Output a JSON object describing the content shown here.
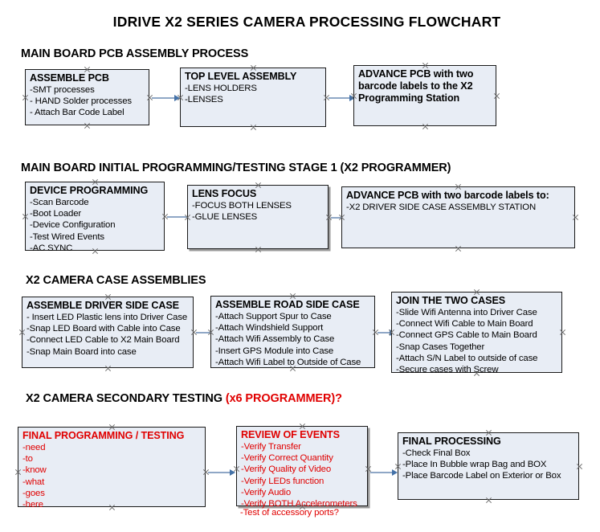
{
  "document": {
    "title": "IDRIVE X2  SERIES CAMERA PROCESSING FLOWCHART"
  },
  "colors": {
    "box_fill": "#E8EDF5",
    "box_border": "#1A1A1A",
    "arrow_line": "#8FA7C6",
    "arrow_head": "#4472A8",
    "accent_red": "#E00000",
    "text": "#000000",
    "shadow": "#9A9A9A"
  },
  "sections": [
    {
      "id": "main-board-pcb-assembly",
      "header": "MAIN BOARD PCB ASSEMBLY PROCESS",
      "header_accent": "",
      "nodes": [
        {
          "id": "assemble-pcb",
          "title": "ASSEMBLE PCB",
          "lines": [
            "-SMT processes",
            "- HAND Solder processes",
            "- Attach Bar Code Label"
          ]
        },
        {
          "id": "top-level-assembly",
          "title": "TOP LEVEL ASSEMBLY",
          "lines": [
            "-LENS HOLDERS",
            "-LENSES"
          ]
        },
        {
          "id": "advance-pcb-to-x2-programming-station",
          "title": "ADVANCE PCB with two barcode labels to the  X2 Programming Station",
          "lines": []
        }
      ]
    },
    {
      "id": "main-board-initial-programming",
      "header": "MAIN BOARD INITIAL PROGRAMMING/TESTING STAGE 1 (X2 PROGRAMMER)",
      "header_accent": "",
      "nodes": [
        {
          "id": "device-programming",
          "title": "DEVICE PROGRAMMING",
          "lines": [
            "-Scan Barcode",
            "-Boot Loader",
            "-Device Configuration",
            "-Test Wired Events",
            "-AC SYNC"
          ]
        },
        {
          "id": "lens-focus",
          "title": "LENS FOCUS",
          "lines": [
            "-FOCUS BOTH LENSES",
            "-GLUE LENSES"
          ]
        },
        {
          "id": "advance-pcb-to-driver-side-case-station",
          "title": "ADVANCE PCB with two barcode labels to:",
          "lines": [
            "-X2 DRIVER  SIDE  CASE  ASSEMBLY STATION"
          ]
        }
      ]
    },
    {
      "id": "x2-camera-case-assemblies",
      "header": "X2 CAMERA CASE ASSEMBLIES",
      "header_accent": "",
      "nodes": [
        {
          "id": "assemble-driver-side-case",
          "title": "ASSEMBLE DRIVER SIDE CASE",
          "lines": [
            "- Insert LED Plastic lens into Driver Case",
            "-Snap LED Board with Cable into Case",
            "-Connect LED Cable to X2 Main Board",
            "-Snap Main Board into case"
          ]
        },
        {
          "id": "assemble-road-side-case",
          "title": "ASSEMBLE ROAD SIDE CASE",
          "lines": [
            "-Attach Support Spur to Case",
            "-Attach Windshield Support",
            "-Attach Wifi Assembly to Case",
            "-Insert GPS Module into Case",
            "-Attach Wifi Label to Outside of Case"
          ]
        },
        {
          "id": "join-the-two-cases",
          "title": "JOIN THE TWO CASES",
          "lines": [
            "-Slide Wifi Antenna into Driver Case",
            "-Connect Wifi Cable to Main Board",
            "-Connect GPS Cable to Main Board",
            "-Snap Cases Together",
            "-Attach S/N Label to outside of case",
            "-Secure cases with Screw"
          ]
        }
      ]
    },
    {
      "id": "x2-camera-secondary-testing",
      "header": "X2 CAMERA SECONDARY TESTING ",
      "header_accent": "(x6 PROGRAMMER)?",
      "nodes": [
        {
          "id": "final-programming-testing",
          "title": "FINAL PROGRAMMING / TESTING",
          "lines": [
            "-need",
            "-to",
            "-know",
            "-what",
            "-goes",
            "-here"
          ]
        },
        {
          "id": "review-of-events",
          "title": "REVIEW OF EVENTS",
          "lines": [
            "-Verify Transfer",
            "-Verify Correct Quantity",
            "-Verify Quality of Video",
            "-Verify LEDs function",
            "-Verify Audio",
            "-Verify BOTH Accelerometers"
          ],
          "overflow_line": "-Test of accessory ports?"
        },
        {
          "id": "final-processing",
          "title": "FINAL PROCESSING",
          "lines": [
            " -Check Final Box",
            "-Place In Bubble wrap Bag and BOX",
            "-Place Barcode Label on Exterior or Box"
          ]
        }
      ]
    }
  ]
}
